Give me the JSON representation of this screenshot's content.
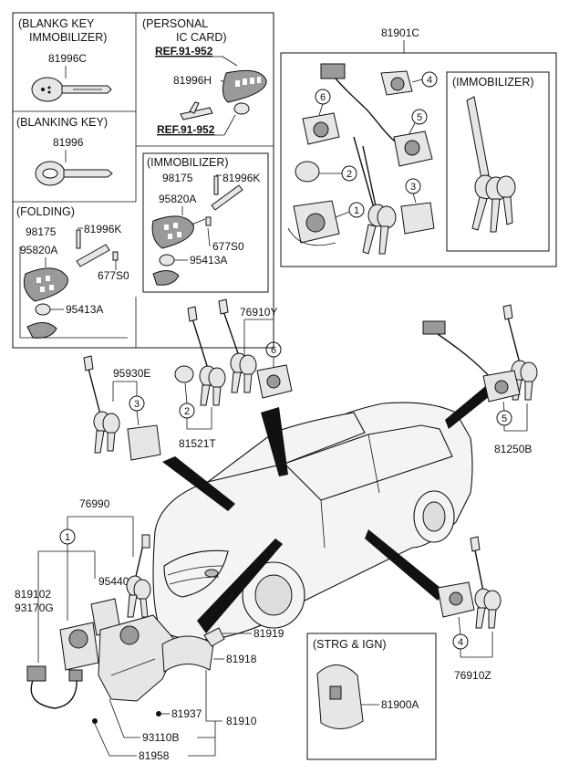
{
  "panels": {
    "blankg_key_immobilizer": {
      "title_1": "(BLANKG KEY",
      "title_2": "IMMOBILIZER)",
      "part": "81996C"
    },
    "personal_ic_card": {
      "title_1": "(PERSONAL",
      "title_2": "IC CARD)",
      "ref_1": "REF.91-952",
      "part": "81996H",
      "ref_2": "REF.91-952"
    },
    "blanking_key": {
      "title": "(BLANKING KEY)",
      "part": "81996"
    },
    "immobilizer_small": {
      "title": "(IMMOBILIZER)",
      "parts": [
        "98175",
        "81996K",
        "95820A",
        "677S0",
        "95413A"
      ]
    },
    "folding": {
      "title": "(FOLDING)",
      "parts": [
        "98175",
        "81996K",
        "95820A",
        "677S0",
        "95413A"
      ]
    },
    "set_81901C": {
      "part": "81901C",
      "sub_title": "(IMMOBILIZER)",
      "callouts": [
        "1",
        "2",
        "3",
        "4",
        "5",
        "6"
      ]
    },
    "strg_ign": {
      "title": "(STRG & IGN)",
      "part": "81900A"
    }
  },
  "labels": {
    "p95930E": "95930E",
    "p76910Y": "76910Y",
    "p81521T": "81521T",
    "p81250B": "81250B",
    "p76990": "76990",
    "p819102": "819102",
    "p93170G": "93170G",
    "p95440I": "95440I",
    "p81919": "81919",
    "p81918": "81918",
    "p81937": "81937",
    "p81910": "81910",
    "p93110B": "93110B",
    "p81958": "81958",
    "p76910Z": "76910Z"
  },
  "callouts": {
    "c3": "3",
    "c2": "2",
    "c6": "6",
    "c5": "5",
    "c1": "1",
    "c4": "4"
  },
  "icons": [
    "key-icon",
    "fob-icon",
    "ic-card-icon",
    "lock-cylinder-icon",
    "car-icon"
  ]
}
